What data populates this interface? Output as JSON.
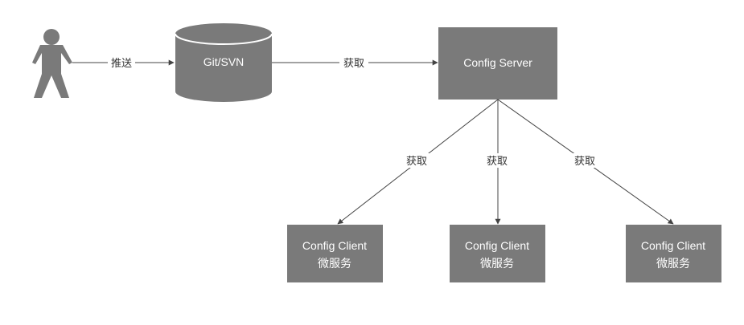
{
  "nodes": {
    "git": {
      "label": "Git/SVN"
    },
    "server": {
      "label": "Config  Server"
    },
    "client1": {
      "line1": "Config  Client",
      "line2": "微服务"
    },
    "client2": {
      "line1": "Config  Client",
      "line2": "微服务"
    },
    "client3": {
      "line1": "Config  Client",
      "line2": "微服务"
    }
  },
  "edges": {
    "push": "推送",
    "fetch_git": "获取",
    "fetch_c1": "获取",
    "fetch_c2": "获取",
    "fetch_c3": "获取"
  },
  "colors": {
    "node_fill": "#7a7a7a",
    "line": "#444444"
  },
  "icons": {
    "actor": "person-icon"
  }
}
